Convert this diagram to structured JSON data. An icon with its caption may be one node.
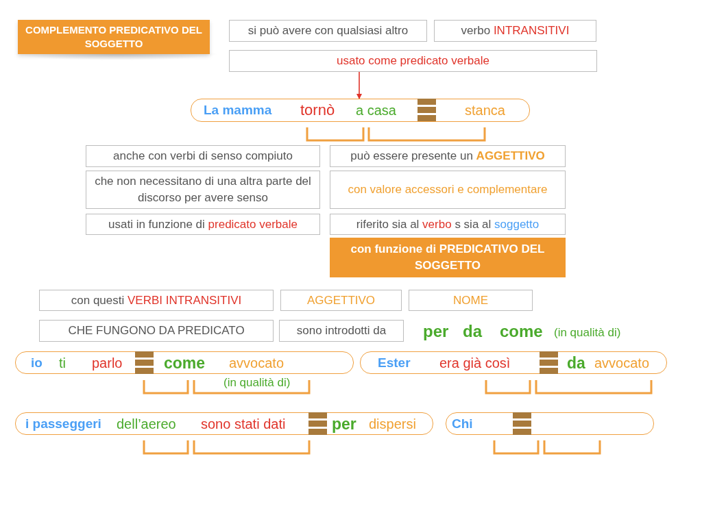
{
  "diagram": {
    "nodes": [
      {
        "text": [
          "COMPLEMENTO PREDICATIVO DEL SOGGETTO"
        ]
      },
      {
        "text": [
          "si può avere con qualsiasi altro"
        ]
      },
      {
        "text": [
          "verbo",
          "INTRANSITIVI"
        ]
      },
      {
        "text": [
          "usato come predicato verbale"
        ]
      },
      {
        "text": [
          "La mamma",
          "tornò",
          "a casa",
          "stanca"
        ]
      },
      {
        "text": [
          "anche con verbi di senso compiuto"
        ]
      },
      {
        "text": [
          "può essere presente un",
          "AGGETTIVO"
        ]
      },
      {
        "text": [
          "che non necessitano di una altra parte del discorso per avere senso"
        ]
      },
      {
        "text": [
          "con valore accessori e complementare"
        ]
      },
      {
        "text": [
          "usati in funzione di",
          "predicato verbale"
        ]
      },
      {
        "text": [
          "riferito sia al",
          "verbo",
          "s sia al",
          "soggetto"
        ]
      },
      {
        "text": [
          "con funzione di PREDICATIVO DEL SOGGETTO"
        ]
      },
      {
        "text": [
          "con questi",
          "VERBI INTRANSITIVI"
        ]
      },
      {
        "text": [
          "AGGETTIVO"
        ]
      },
      {
        "text": [
          "NOME"
        ]
      },
      {
        "text": [
          "CHE FUNGONO DA PREDICATO"
        ]
      },
      {
        "text": [
          "sono introdotti da"
        ]
      },
      {
        "text": [
          "io",
          "ti",
          "parlo",
          "come",
          "avvocato"
        ]
      },
      {
        "text": [
          "Ester",
          "era già così",
          "da",
          "avvocato"
        ]
      },
      {
        "text": [
          "i passeggeri",
          "dell’aereo",
          "sono stati dati",
          "per",
          "dispersi"
        ]
      },
      {
        "text": [
          "Chi"
        ]
      }
    ],
    "edges": [
      {
        "from": 3,
        "to": 4,
        "arrow": "to"
      }
    ],
    "labels": [
      "per",
      "da",
      "come",
      "(in qualità di)",
      "(in qualità di)"
    ]
  }
}
